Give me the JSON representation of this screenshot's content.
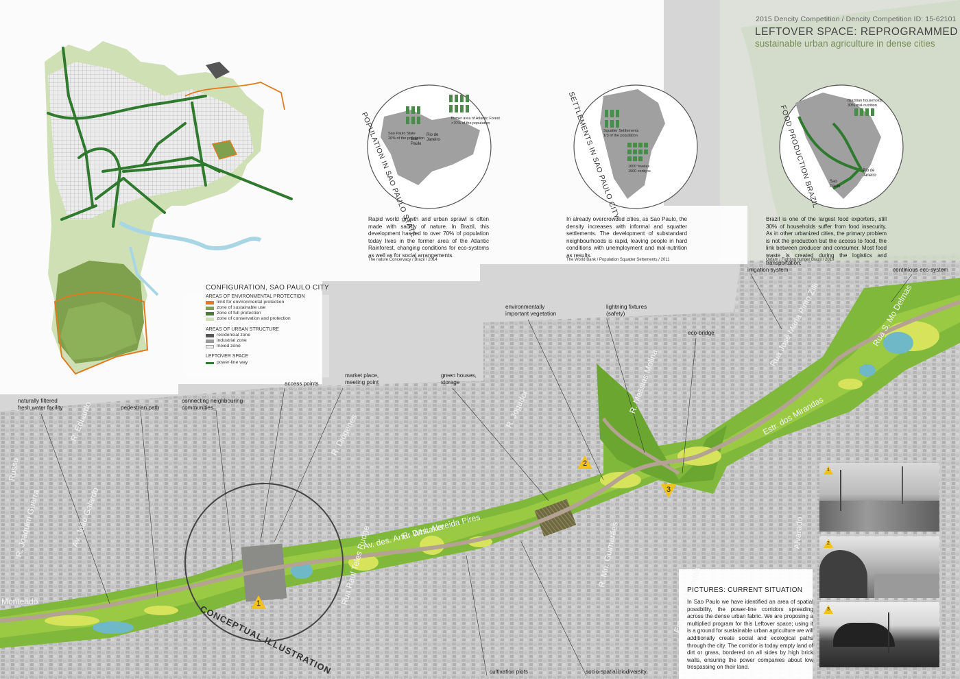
{
  "header": {
    "competition": "2015 Dencity Competition / Dencity Competition ID: 15-62101",
    "title": "LEFTOVER SPACE: REPROGRAMMED",
    "subtitle": "sustainable urban agriculture in dense cities"
  },
  "infographics": [
    {
      "title": "POPULATION IN SAO PAULO STATE",
      "annotations": [
        "former area of Atlantic Forest",
        ">70% of the population",
        "Sao Paulo State",
        "20% of the population",
        "Sao Paulo",
        "Rio de Janeiro"
      ],
      "text": "Rapid world growth and urban sprawl is often made with sacrify of nature. In Brazil, this development has led to over 70% of population today lives in the former area of the Atlantic Rainforest, changing conditions for eco-systems as well as for social arrangements.",
      "source": "The nature Concervacy / Brazil / 2014"
    },
    {
      "title": "SETTLEMENTS IN SAO PAULO CITY",
      "annotations": [
        "Squatter Settlements",
        "1/3 of the population",
        "1600 favelas",
        "1900 cortiços"
      ],
      "text": "In already overcrowded cities, as Sao Paulo, the density increases with informal and squatter settlements. The development of substandard neighbourhoods is rapid, leaving people in hard conditions with unemployment and mal-nutrition as results.",
      "source": "The World Bank / Population Squatter Settements / 2011"
    },
    {
      "title": "FOOD PRODUCTION BRAZIL",
      "annotations": [
        "Brazilian households",
        "30% mal-nutrition",
        "Rio de Janeiro",
        "Sao Paulo"
      ],
      "text": "Brazil is one of the largest food exporters, still 30% of households suffer from food insecurity. As in other urbanized cities, the primary problem is not the production but the access to food, the link between producer and consumer. Most food waste is created during the logistics and transportation.",
      "source": "Oxfam / Fighting hunger Brazil / 2010"
    }
  ],
  "legend": {
    "title": "CONFIGURATION, SAO PAULO CITY",
    "env_heading": "AREAS OF ENVIRONMENTAL PROTECTION",
    "env_items": [
      "limit for environmental protection",
      "zone of sustainable use",
      "zone of full protection",
      "zone of conservation and protection"
    ],
    "urban_heading": "AREAS OF URBAN STRUCTURE",
    "urban_items": [
      "recidencial zone",
      "industrial zone",
      "mixed zone"
    ],
    "leftover_heading": "LEFTOVER SPACE",
    "leftover_items": [
      "power-line way"
    ],
    "colors": {
      "limit": "#e07b1f",
      "sustainable": "#7fa04c",
      "full": "#4f7a33",
      "conservation": "#cfe0b4",
      "residential": "#555555",
      "industrial": "#9a9a9a",
      "mixed": "#dddddd",
      "powerline": "#2f7a2f"
    }
  },
  "callouts": {
    "water": "naturally filtered\nfresh water facility",
    "pedestrian": "pedestrian path",
    "connecting": "connecting neighbouring\ncommunities",
    "access": "access points",
    "market": "market place,\nmeeting point",
    "green": "green houses,\nstorage",
    "vegetation": "environmentally\nimportant vegetation",
    "lighting": "lightning fixtures\n(safety)",
    "ecobridge": "eco-bridge",
    "irrigation": "irrigation system",
    "continuous": "continious eco-system",
    "plots": "cultivation plots",
    "biodiversity": "socio-spatial biodiversity"
  },
  "streets": [
    "R. Eduardo",
    "R. Joaquim Guerra",
    "Av. João Galardo",
    "R. Diógenes",
    "R. Des. Almeida Pires",
    "Av. des. Artur Whitaker",
    "Rua Raul Teles Rudge",
    "R. Mn. Guimarães",
    "R. Jogador",
    "R. Messias Molina",
    "Rua José Maria Pinto Zilli",
    "Rua S. Mo Delmas",
    "Estr. dos Mirandas",
    "Estr. dos Mirandas",
    "Alvarado",
    "Monteado",
    "Russo"
  ],
  "conceptual_label": "CONCEPTUAL ILLUSTRATION",
  "markers": [
    "1",
    "2",
    "3"
  ],
  "pictures": {
    "heading": "PICTURES: CURRENT SITUATION",
    "text": "In Sao Paulo we have identified an area of spatial possibility, the power-line corridors spreading across the dense urban fabric. We are proposing a multiplied program for this Leftover space; using it is a ground for sustainable urban agriculture we will additionally create social and ecological paths through the city. The corridor is today empty land of dirt or grass, bordered on all sides by high brick walls, ensuring the power companies about low trespassing on their land.",
    "labels": [
      "1",
      "2",
      "3"
    ]
  }
}
